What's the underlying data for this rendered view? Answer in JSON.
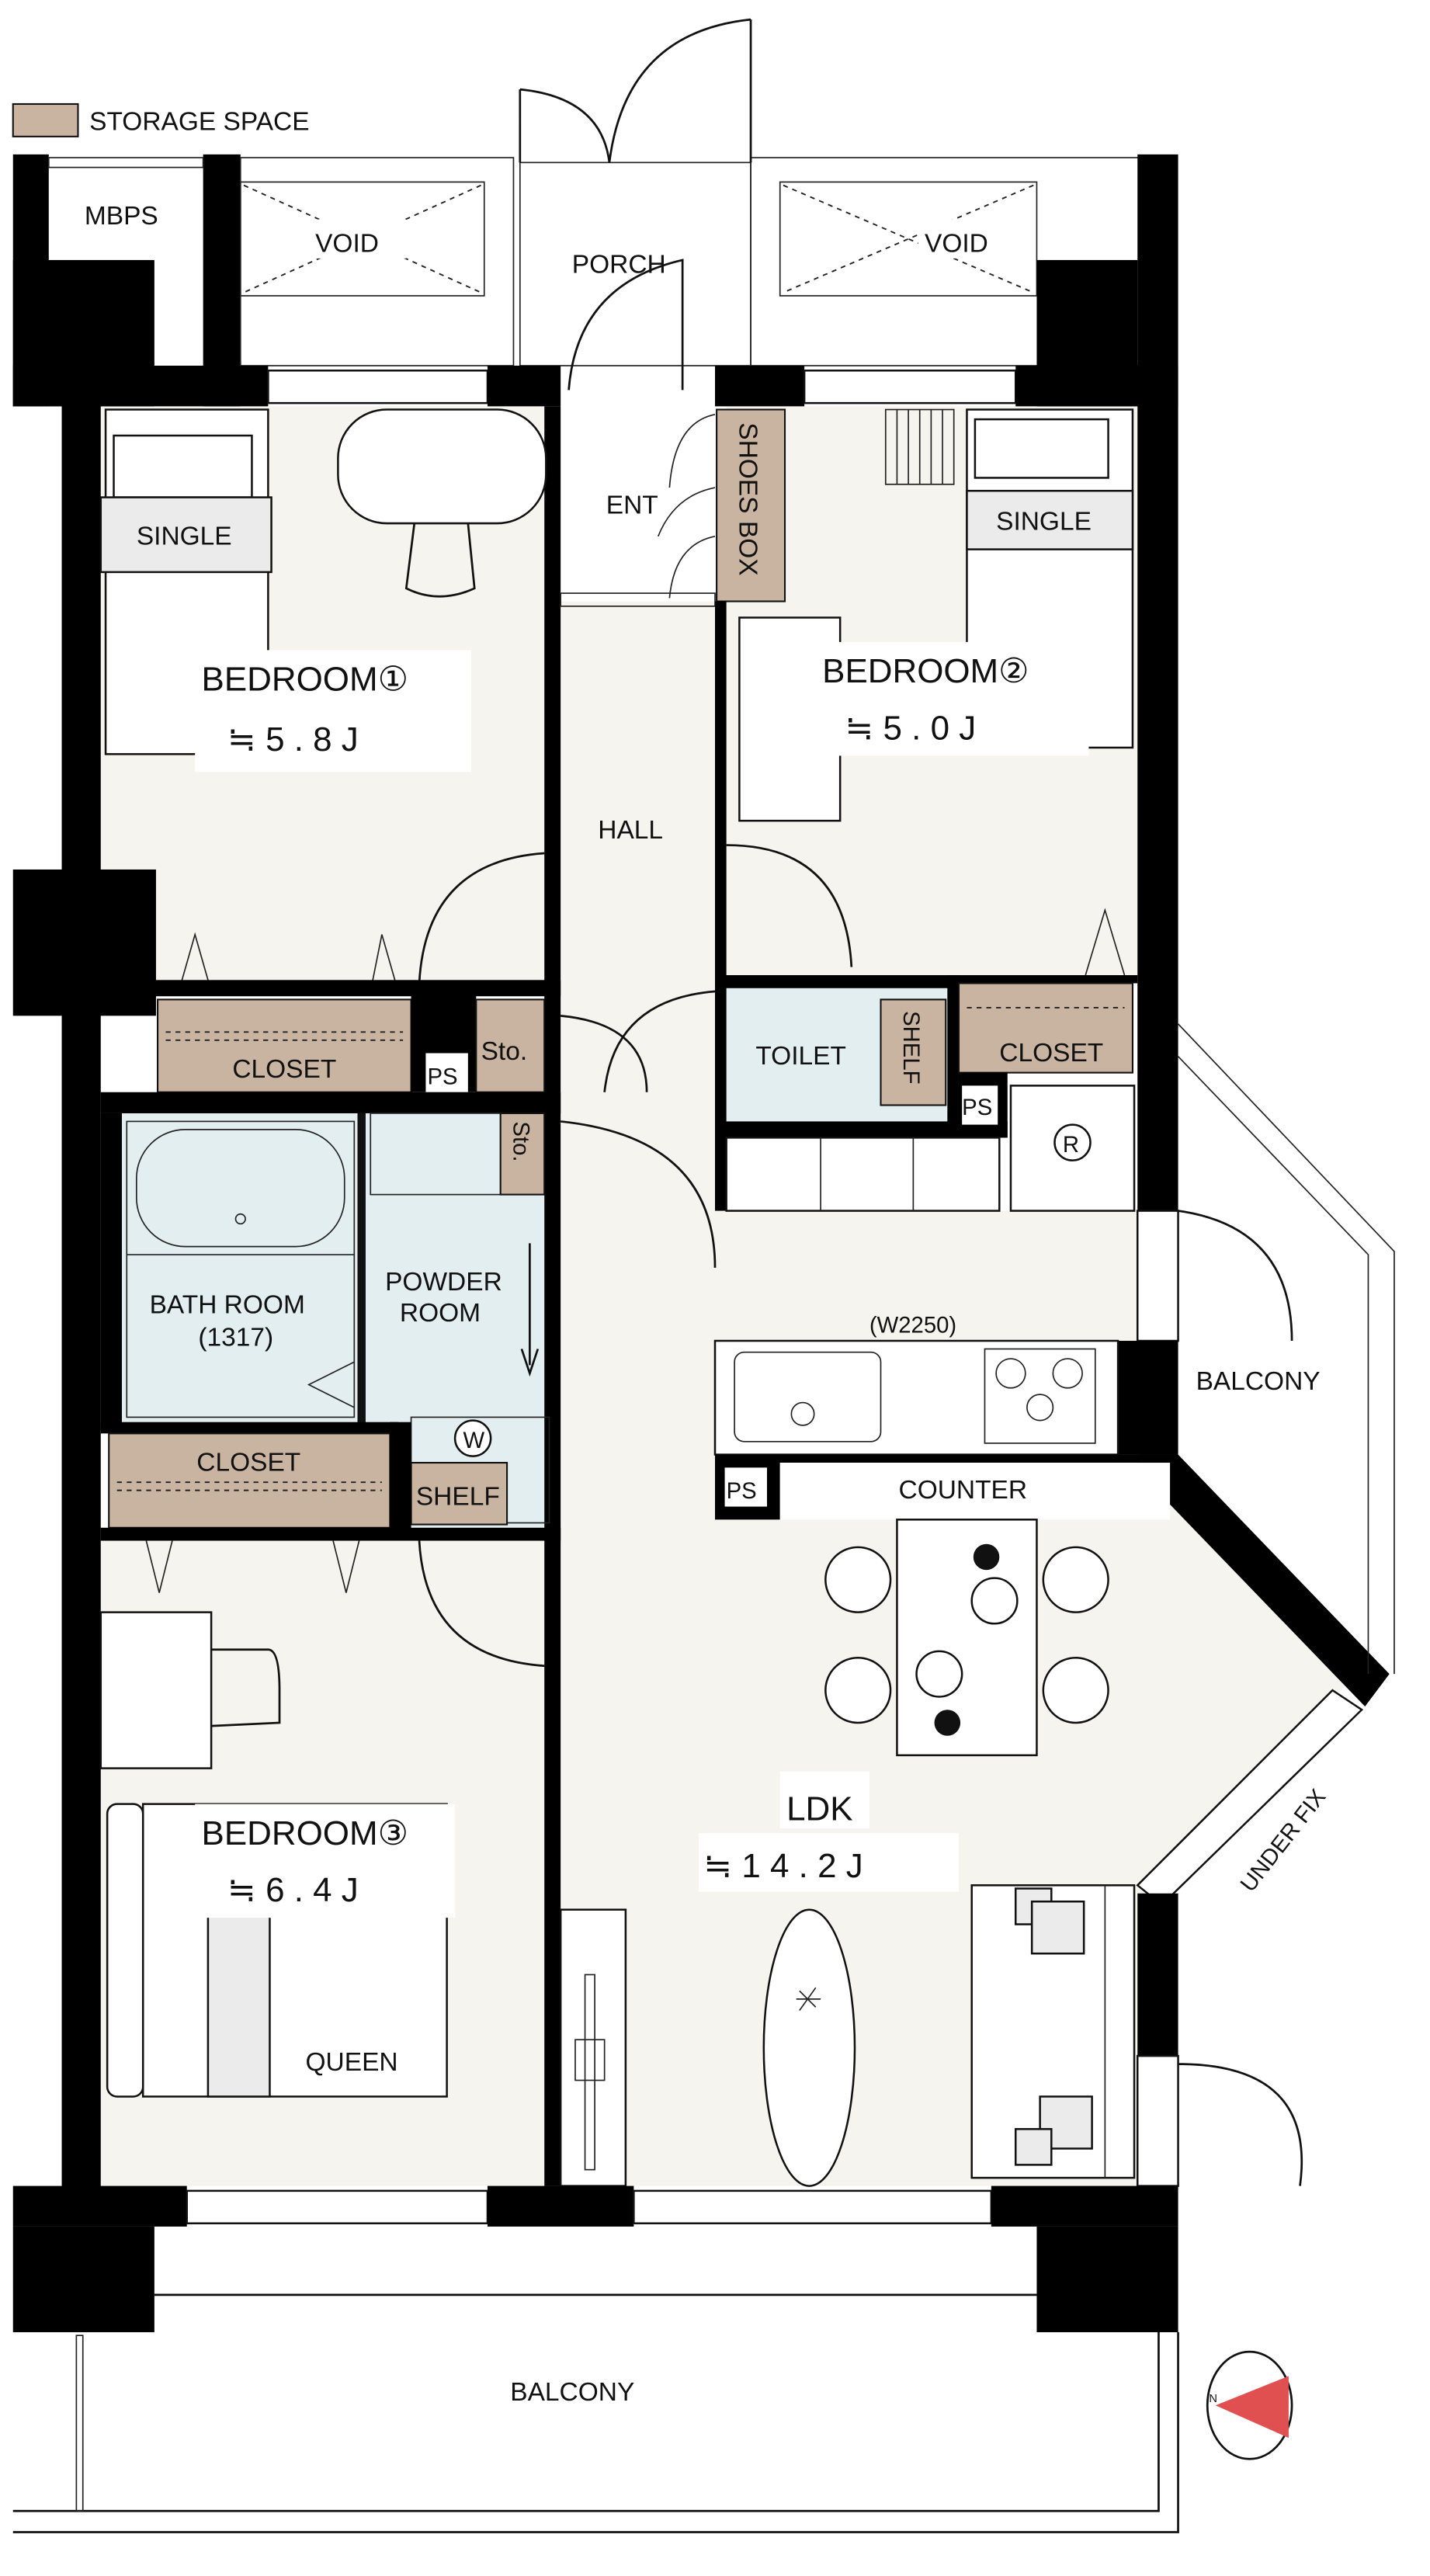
{
  "legend": {
    "storage_label": "STORAGE SPACE",
    "storage_color": "#c9b3a1"
  },
  "exterior": {
    "mbps": "MBPS",
    "void_left": "VOID",
    "void_right": "VOID",
    "porch": "PORCH",
    "balcony_side": "BALCONY",
    "balcony_bottom": "BALCONY",
    "under_fix": "UNDER FIX"
  },
  "entrance": {
    "ent": "ENT",
    "shoes_box": "SHOES BOX",
    "hall": "HALL"
  },
  "bedroom1": {
    "name": "BEDROOM①",
    "size": "≒ 5 . 8 J",
    "bed": "SINGLE",
    "closet": "CLOSET"
  },
  "bedroom2": {
    "name": "BEDROOM②",
    "size": "≒ 5 . 0 J",
    "bed": "SINGLE",
    "closet": "CLOSET"
  },
  "bedroom3": {
    "name": "BEDROOM③",
    "size": "≒ 6 . 4 J",
    "bed": "QUEEN",
    "closet": "CLOSET"
  },
  "utility": {
    "ps1": "PS",
    "ps2": "PS",
    "ps3": "PS",
    "sto1": "Sto.",
    "sto2": "Sto.",
    "toilet": "TOILET",
    "toilet_shelf": "SHELF",
    "bath_line1": "BATH ROOM",
    "bath_line2": "(1317)",
    "powder_line1": "POWDER",
    "powder_line2": "ROOM",
    "powder_shelf": "SHELF",
    "washer": "W",
    "fridge": "R"
  },
  "ldk": {
    "name": "LDK",
    "size": "≒ 1 4 . 2 J",
    "kitchen_width": "(W2250)",
    "counter": "COUNTER"
  },
  "compass": {
    "north": "N",
    "color": "#e05050"
  }
}
